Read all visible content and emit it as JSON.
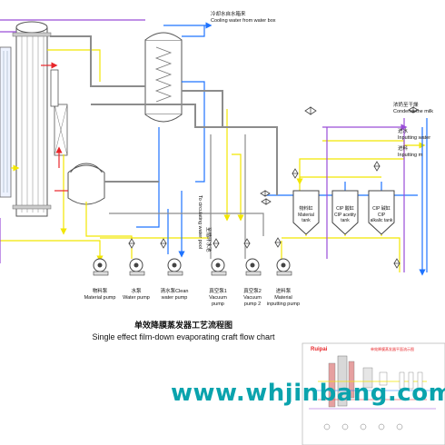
{
  "title": {
    "zh": "单效降膜蒸发器工艺流程图",
    "en": "Single effect film-down evaporating craft flow chart"
  },
  "inputs": {
    "cooling_water_zh": "冷却水自水箱来",
    "cooling_water_en": "Cooling water from water box",
    "condensed_milk_zh": "浓奶至干燥",
    "condensed_milk_en": "Condensethe milk",
    "inputting_water_zh": "进水",
    "inputting_water_en": "Inputting water",
    "inputting_material_zh": "进料",
    "inputting_material_en": "Inputting m"
  },
  "flows": {
    "to_circulating_pool": "To circulating water pool",
    "to_circulating_pool_zh": "至循环水池"
  },
  "tanks": [
    {
      "zh": "物料缸",
      "en1": "Material",
      "en2": "tank"
    },
    {
      "zh": "CIP 酸缸",
      "en1": "CIP acetity",
      "en2": "tank"
    },
    {
      "zh": "CIP 碱缸",
      "en1": "CIP",
      "en2": "alkalic tank"
    }
  ],
  "pumps": [
    {
      "zh": "物料泵",
      "en1": "Material pump",
      "en2": ""
    },
    {
      "zh": "水泵",
      "en1": "Water pump",
      "en2": ""
    },
    {
      "zh": "清水泵Clean",
      "en1": "water pump",
      "en2": ""
    },
    {
      "zh": "真空泵1",
      "en1": "Vacuum",
      "en2": "pump"
    },
    {
      "zh": "真空泵2",
      "en1": "Vacuum",
      "en2": "pump 2"
    },
    {
      "zh": "进料泵",
      "en1": "Material",
      "en2": "inputting pump"
    }
  ],
  "thumbnail": {
    "brand": "Ruipai",
    "title_zh": "单效降膜蒸发器平面流示图"
  },
  "watermark": "www.whjinbang.com",
  "colors": {
    "yellow": "#f2e600",
    "blue": "#1e73ff",
    "red": "#e8262a",
    "purple": "#9a4dd8",
    "gray": "#8c8c8c",
    "teal_watermark": "#0aa3ad"
  }
}
